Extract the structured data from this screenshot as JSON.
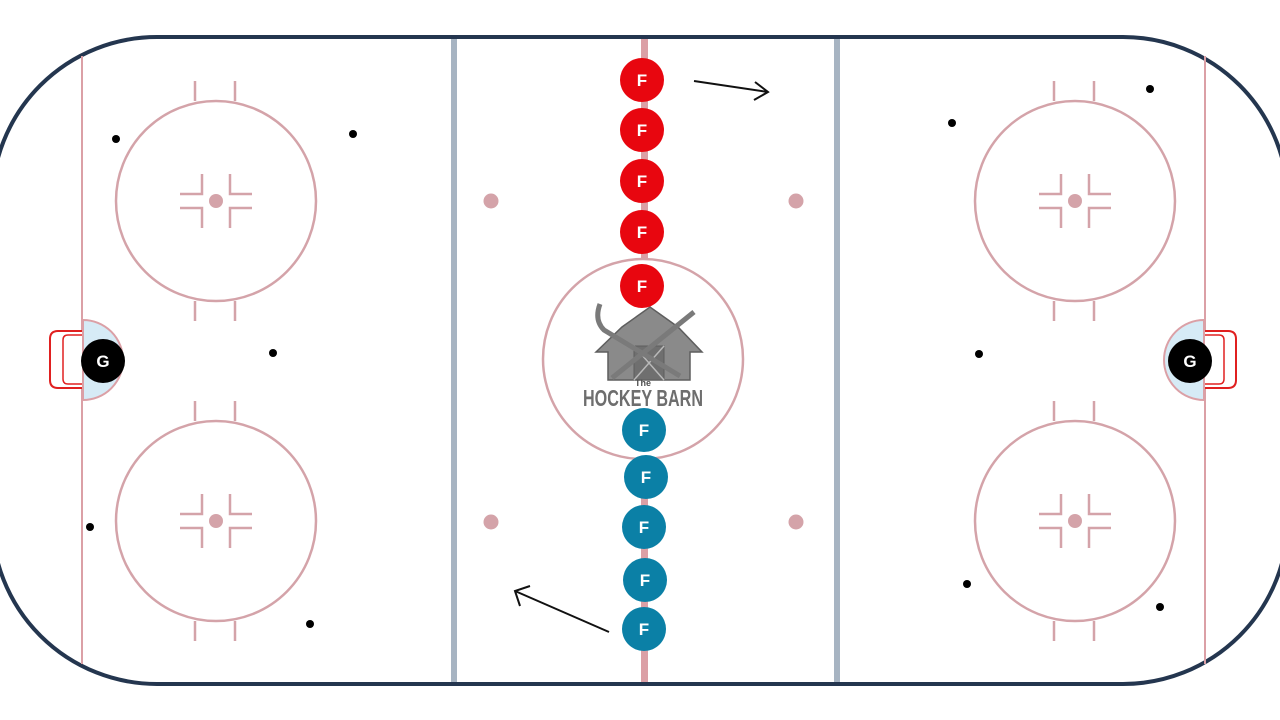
{
  "drill": {
    "forward_label": "F",
    "goalie_label": "G",
    "colors": {
      "board": "#24364f",
      "red_line": "#dba0a6",
      "blue_line": "#a7b4c2",
      "circle": "#d4a3a9",
      "crease": "#d6ebf6",
      "net": "#e02020",
      "team_red": "#e8060f",
      "team_blue": "#0b80a6",
      "goalie": "#000000",
      "puck": "#000000"
    }
  },
  "logo": {
    "line1": "The",
    "line2": "HOCKEY BARN"
  }
}
